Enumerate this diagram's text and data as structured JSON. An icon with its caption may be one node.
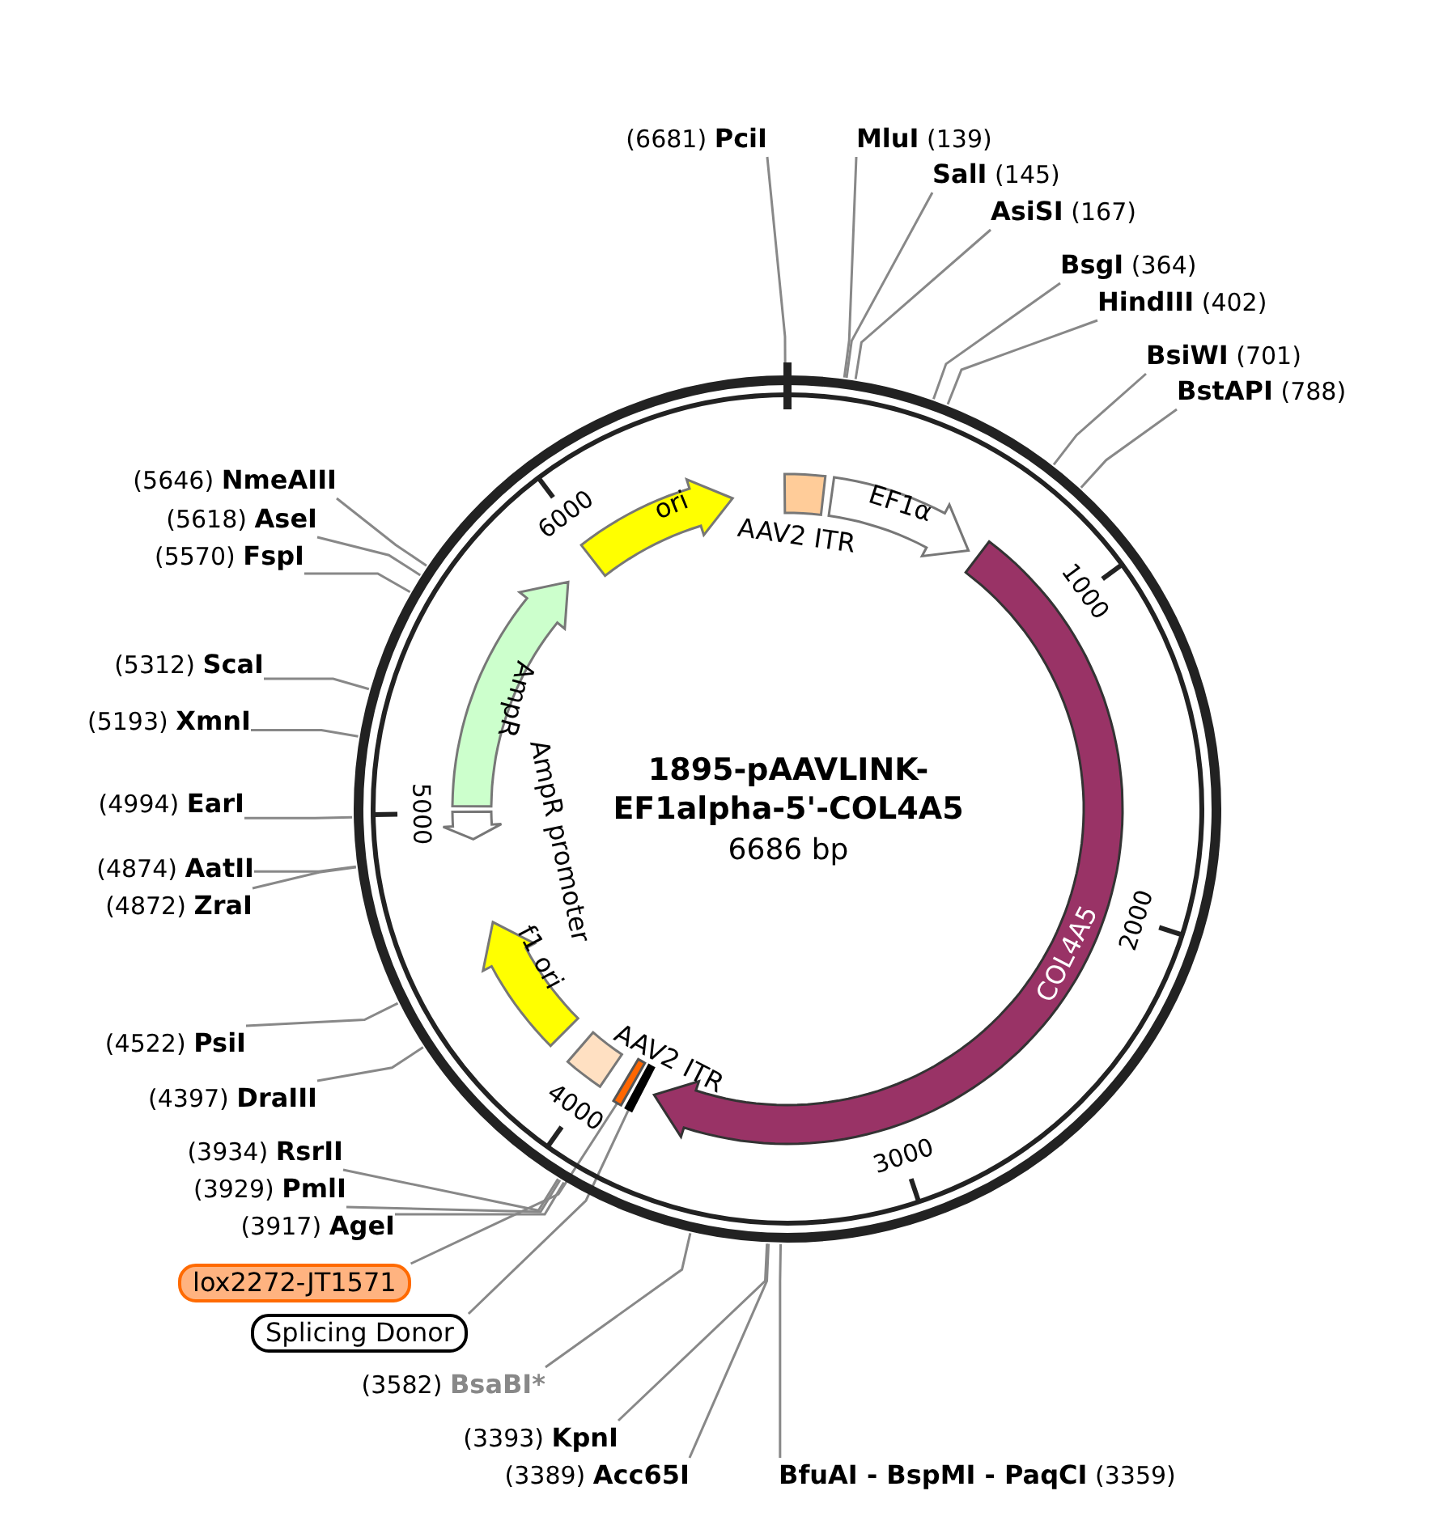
{
  "diagram": {
    "title": "1895-pAAVLINK-EF1alpha-5'-COL4A5",
    "nodes": [
      {
        "text": [
          "PciI"
        ],
        "beside": [
          "(6681)"
        ]
      },
      {
        "text": [
          "MluI"
        ],
        "beside": [
          "(139)"
        ]
      },
      {
        "text": [
          "SalI"
        ],
        "beside": [
          "(145)"
        ]
      },
      {
        "text": [
          "AsiSI"
        ],
        "beside": [
          "(167)"
        ]
      },
      {
        "text": [
          "BsgI"
        ],
        "beside": [
          "(364)"
        ]
      },
      {
        "text": [
          "HindIII"
        ],
        "beside": [
          "(402)"
        ]
      },
      {
        "text": [
          "BsiWI"
        ],
        "beside": [
          "(701)"
        ]
      },
      {
        "text": [
          "BstAPI"
        ],
        "beside": [
          "(788)"
        ]
      },
      {
        "text": [
          "NmeAIII"
        ],
        "beside": [
          "(5646)"
        ]
      },
      {
        "text": [
          "AseI"
        ],
        "beside": [
          "(5618)"
        ]
      },
      {
        "text": [
          "FspI"
        ],
        "beside": [
          "(5570)"
        ]
      },
      {
        "text": [
          "ScaI"
        ],
        "beside": [
          "(5312)"
        ]
      },
      {
        "text": [
          "XmnI"
        ],
        "beside": [
          "(5193)"
        ]
      },
      {
        "text": [
          "EarI"
        ],
        "beside": [
          "(4994)"
        ]
      },
      {
        "text": [
          "AatII"
        ],
        "beside": [
          "(4874)"
        ]
      },
      {
        "text": [
          "ZraI"
        ],
        "beside": [
          "(4872)"
        ]
      },
      {
        "text": [
          "PsiI"
        ],
        "beside": [
          "(4522)"
        ]
      },
      {
        "text": [
          "DraIII"
        ],
        "beside": [
          "(4397)"
        ]
      },
      {
        "text": [
          "RsrII"
        ],
        "beside": [
          "(3934)"
        ]
      },
      {
        "text": [
          "PmlI"
        ],
        "beside": [
          "(3929)"
        ]
      },
      {
        "text": [
          "AgeI"
        ],
        "beside": [
          "(3917)"
        ]
      },
      {
        "text": [
          "lox2272-JT1571"
        ]
      },
      {
        "text": [
          "Splicing Donor"
        ]
      },
      {
        "text": [
          "BsaBI*"
        ],
        "beside": [
          "(3582)"
        ]
      },
      {
        "text": [
          "KpnI"
        ],
        "beside": [
          "(3393)"
        ]
      },
      {
        "text": [
          "Acc65I"
        ],
        "beside": [
          "(3389)"
        ]
      },
      {
        "text": [
          "BfuAI - BspMI - PaqCI"
        ],
        "beside": [
          "(3359)"
        ]
      },
      {
        "text": [
          "ori"
        ]
      },
      {
        "text": [
          "AAV2 ITR"
        ]
      },
      {
        "text": [
          "EF1α"
        ]
      },
      {
        "text": [
          "COL4A5"
        ]
      },
      {
        "text": [],
        "shape": "bar"
      },
      {
        "text": [],
        "shape": "bar"
      },
      {
        "text": [
          "AAV2 ITR"
        ]
      },
      {
        "text": [
          "f1 ori"
        ]
      },
      {
        "text": [
          "AmpR promoter"
        ]
      },
      {
        "text": [
          "AmpR"
        ]
      }
    ],
    "edges": [
      {
        "from": 0,
        "to": null,
        "arrow": "none"
      },
      {
        "from": 1,
        "to": null,
        "arrow": "none"
      },
      {
        "from": 2,
        "to": null,
        "arrow": "none"
      },
      {
        "from": 3,
        "to": null,
        "arrow": "none"
      },
      {
        "from": 4,
        "to": null,
        "arrow": "none"
      },
      {
        "from": 5,
        "to": null,
        "arrow": "none"
      },
      {
        "from": 6,
        "to": null,
        "arrow": "none"
      },
      {
        "from": 7,
        "to": null,
        "arrow": "none"
      },
      {
        "from": 8,
        "to": null,
        "arrow": "none"
      },
      {
        "from": 9,
        "to": null,
        "arrow": "none"
      },
      {
        "from": 10,
        "to": null,
        "arrow": "none"
      },
      {
        "from": 11,
        "to": null,
        "arrow": "none"
      },
      {
        "from": 12,
        "to": null,
        "arrow": "none"
      },
      {
        "from": 13,
        "to": null,
        "arrow": "none"
      },
      {
        "from": 14,
        "to": null,
        "arrow": "none"
      },
      {
        "from": 15,
        "to": null,
        "arrow": "none"
      },
      {
        "from": 16,
        "to": null,
        "arrow": "none"
      },
      {
        "from": 17,
        "to": null,
        "arrow": "none"
      },
      {
        "from": 18,
        "to": null,
        "arrow": "none"
      },
      {
        "from": 19,
        "to": null,
        "arrow": "none"
      },
      {
        "from": 20,
        "to": null,
        "arrow": "none"
      },
      {
        "from": 21,
        "to": 31,
        "arrow": "none"
      },
      {
        "from": 22,
        "to": 32,
        "arrow": "none"
      },
      {
        "from": 23,
        "to": null,
        "arrow": "none"
      },
      {
        "from": 24,
        "to": null,
        "arrow": "none"
      },
      {
        "from": 25,
        "to": null,
        "arrow": "none"
      },
      {
        "from": 26,
        "to": null,
        "arrow": "none"
      }
    ],
    "labels": [
      "6686 bp",
      "1000",
      "2000",
      "3000",
      "4000",
      "5000",
      "6000"
    ]
  }
}
